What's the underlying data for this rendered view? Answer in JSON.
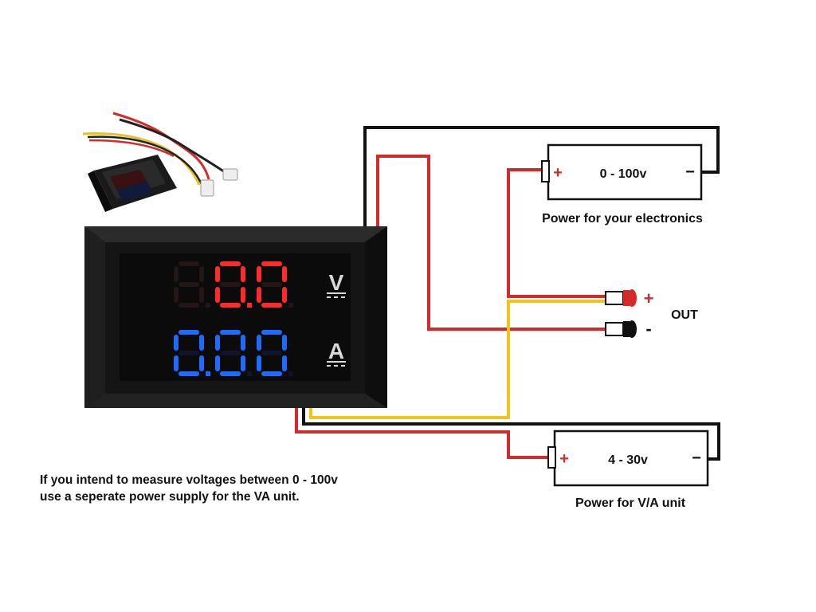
{
  "meter": {
    "volt_display": "0.0",
    "volt_unit": "V",
    "amp_display": "0.00",
    "amp_unit": "A"
  },
  "batteries": [
    {
      "id": "electronics",
      "voltage": "0 - 100v",
      "caption": "Power for your electronics",
      "plus": "+",
      "minus": "−"
    },
    {
      "id": "va_unit",
      "voltage": "4 - 30v",
      "caption": "Power for V/A unit",
      "plus": "+",
      "minus": "−"
    }
  ],
  "output": {
    "label": "OUT",
    "plus": "+",
    "minus": "-"
  },
  "note": {
    "line1": "If you intend to measure voltages between 0 - 100v",
    "line2": "use a seperate power supply for the VA unit."
  },
  "colors": {
    "wire_red": "#d42a2a",
    "wire_black": "#111111",
    "wire_yellow": "#f2c318",
    "seg_red": "#ff2a2a",
    "seg_blue": "#1f6bff",
    "bezel": "#151515"
  },
  "icons": {
    "meter_photo": "panel-meter-with-wires",
    "out_plus_plug": "red-banana-plug",
    "out_minus_plug": "black-banana-plug"
  }
}
